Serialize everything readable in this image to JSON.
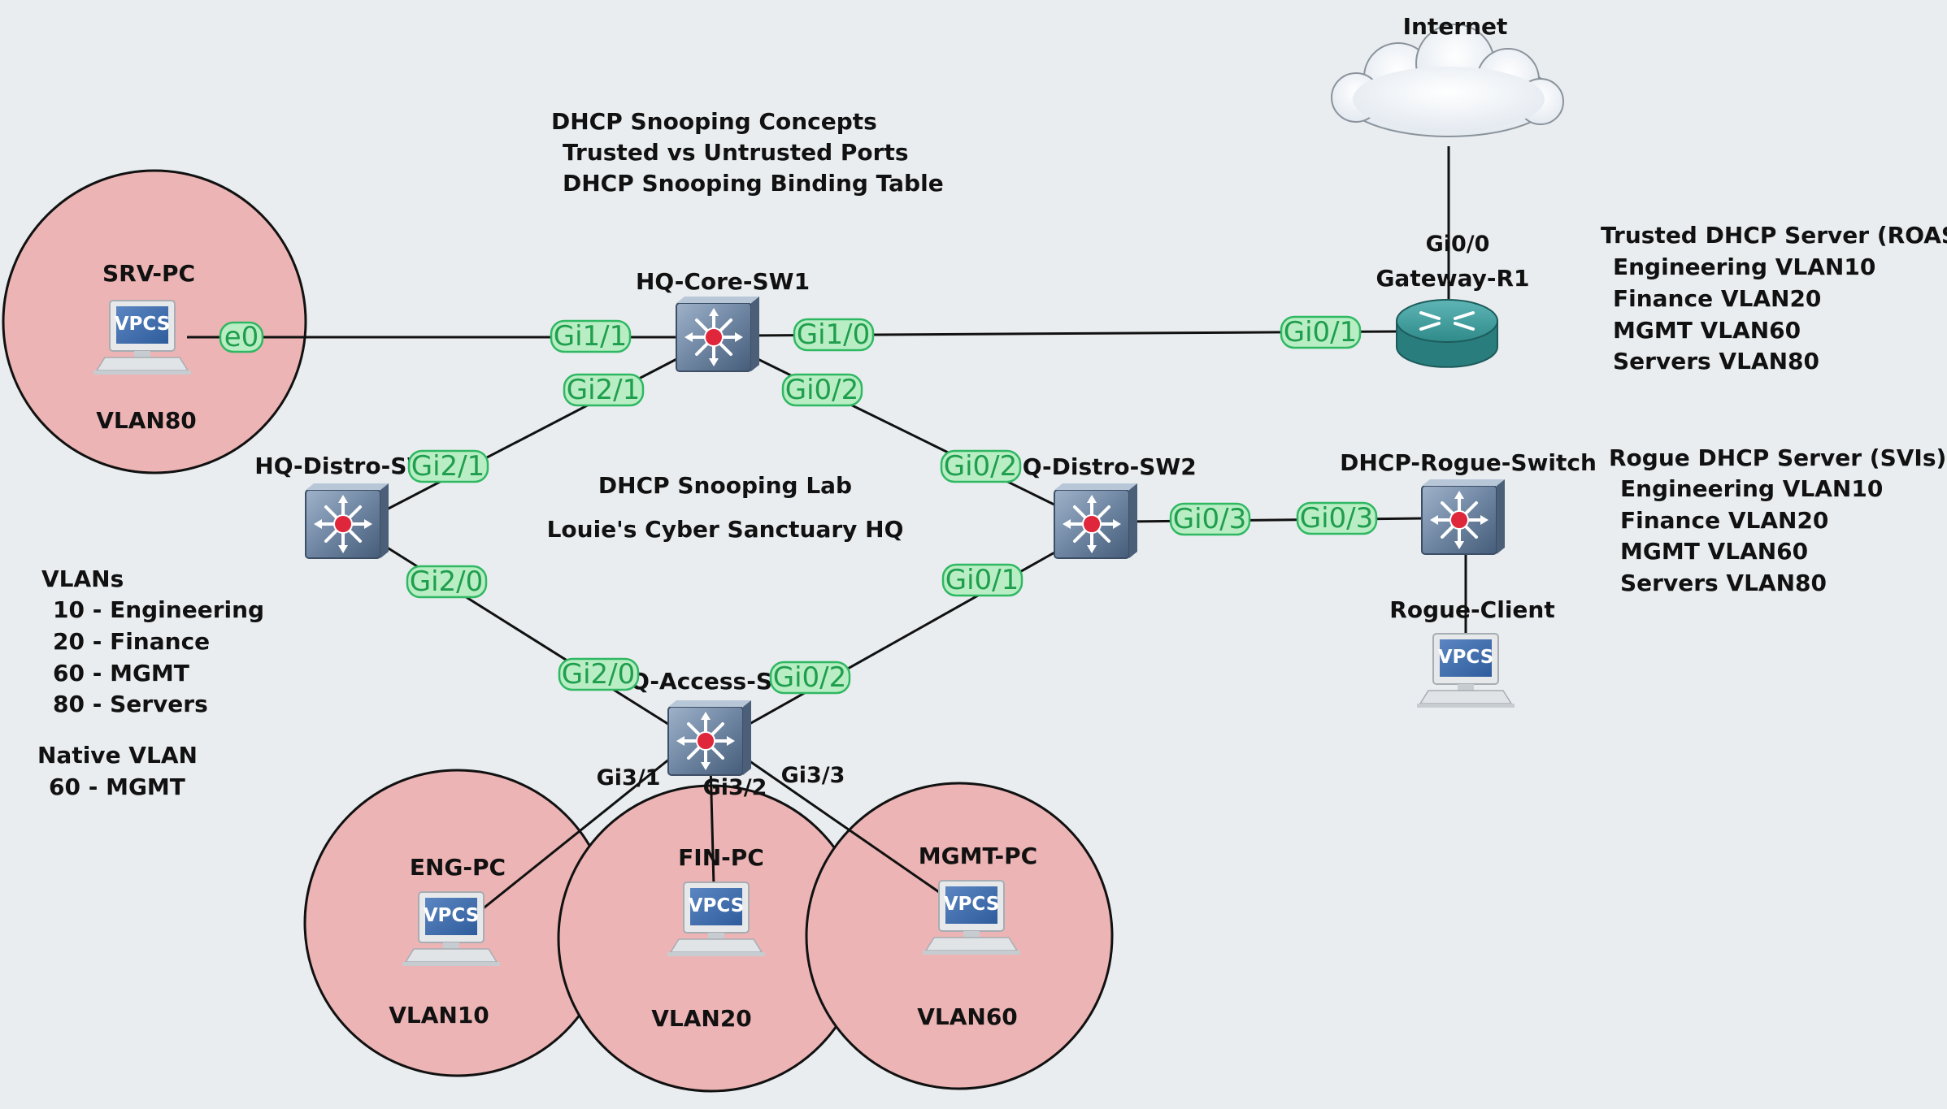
{
  "notes": {
    "concepts": [
      "DHCP Snooping Concepts",
      "Trusted vs Untrusted Ports",
      "DHCP Snooping Binding Table"
    ],
    "lab_title": "DHCP Snooping Lab",
    "lab_subtitle": "Louie's Cyber Sanctuary HQ",
    "vlans": [
      "VLANs",
      "10 - Engineering",
      "20 - Finance",
      "60 - MGMT",
      "80 - Servers"
    ],
    "native": [
      "Native VLAN",
      "60 - MGMT"
    ],
    "trusted_dhcp": [
      "Trusted DHCP Server (ROAS)",
      "Engineering VLAN10",
      "Finance VLAN20",
      "MGMT VLAN60",
      "Servers VLAN80"
    ],
    "rogue_dhcp": [
      "Rogue DHCP Server (SVIs)",
      "Engineering VLAN10",
      "Finance VLAN20",
      "MGMT VLAN60",
      "Servers VLAN80"
    ]
  },
  "nodes": {
    "internet": "Internet",
    "gateway": "Gateway-R1",
    "core": "HQ-Core-SW1",
    "distro1": "HQ-Distro-SW1",
    "distro2": "HQ-Distro-SW2",
    "access": "HQ-Access-SW1",
    "rogue_switch": "DHCP-Rogue-Switch",
    "rogue_client": "Rogue-Client",
    "srv_pc": "SRV-PC",
    "eng_pc": "ENG-PC",
    "fin_pc": "FIN-PC",
    "mgmt_pc": "MGMT-PC"
  },
  "vlan_zones": {
    "srv": "VLAN80",
    "eng": "VLAN10",
    "fin": "VLAN20",
    "mgmt": "VLAN60"
  },
  "vpcs_label": "VPCS",
  "ports": {
    "srv_e0": "e0",
    "core_gi1_1": "Gi1/1",
    "core_gi1_0": "Gi1/0",
    "gw_gi0_1": "Gi0/1",
    "gw_gi0_0": "Gi0/0",
    "core_gi2_1": "Gi2/1",
    "core_gi0_2": "Gi0/2",
    "d1_gi2_1": "Gi2/1",
    "d2_gi0_2": "Gi0/2",
    "d1_gi2_0": "Gi2/0",
    "d2_gi0_1": "Gi0/1",
    "d2_gi0_3": "Gi0/3",
    "rogue_gi0_3": "Gi0/3",
    "acc_gi2_0": "Gi2/0",
    "acc_gi0_2": "Gi0/2",
    "acc_gi3_1": "Gi3/1",
    "acc_gi3_2": "Gi3/2",
    "acc_gi3_3": "Gi3/3"
  },
  "colors": {
    "background": "#e9edf0",
    "vlan_zone": "#ecb4b4",
    "switch": "#6f86a3",
    "router": "#2f8a8a",
    "port_fill": "#b9eec5",
    "port_text": "#1f9e4d"
  }
}
